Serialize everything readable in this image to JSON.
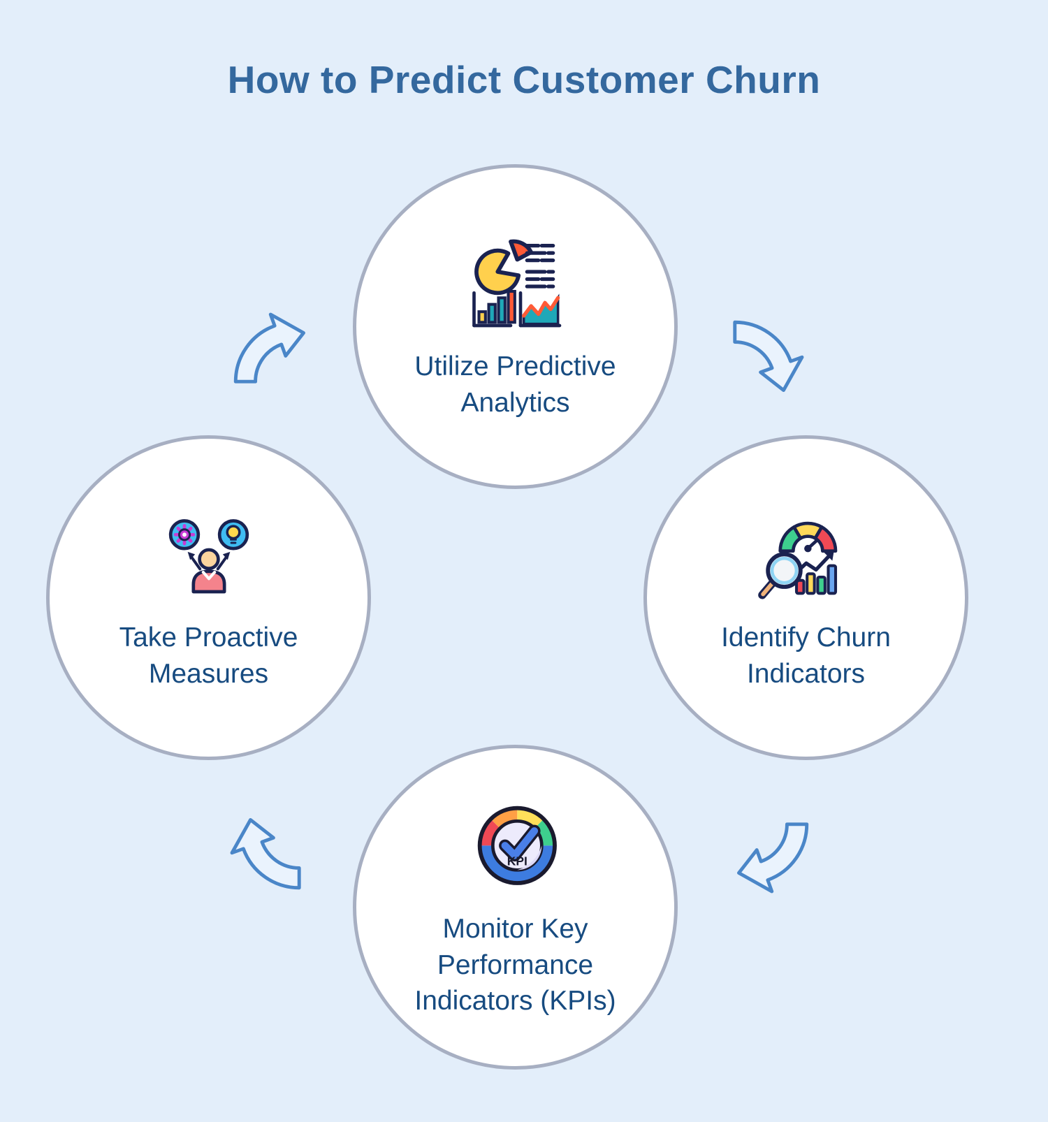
{
  "title": "How to Predict Customer Churn",
  "colors": {
    "background": "#E3EEFA",
    "title_text": "#34689E",
    "node_text": "#174B80",
    "node_fill": "#FFFFFF",
    "node_border": "#A7AFC2",
    "arrow_stroke": "#4A86C8",
    "arrow_fill": "#EAF3FD",
    "icon_outline_navy": "#1A2250",
    "icon_yellow": "#FFD04D",
    "icon_orange_red": "#FF5A36",
    "icon_teal": "#1FA8B8",
    "icon_red": "#EF4955",
    "icon_green": "#3ECF8E",
    "icon_blue": "#3D7CE0",
    "icon_cyan": "#3FBCF2",
    "icon_magenta": "#C93BD4",
    "icon_skin": "#FBD49E",
    "icon_salmon": "#F4838C"
  },
  "nodes": [
    {
      "label": "Utilize Predictive Analytics",
      "icon": "analytics-charts-icon",
      "position": "top"
    },
    {
      "label": "Identify Churn Indicators",
      "icon": "gauge-magnifier-chart-icon",
      "position": "right"
    },
    {
      "label": "Monitor Key Performance Indicators (KPIs)",
      "icon": "kpi-gauge-checkmark-icon",
      "position": "bottom"
    },
    {
      "label": "Take Proactive Measures",
      "icon": "person-gear-lightbulb-icon",
      "position": "left"
    }
  ],
  "kpi_icon_label": "KPI",
  "arrows": [
    {
      "name": "arrow-top-to-right",
      "direction": "clockwise"
    },
    {
      "name": "arrow-right-to-bottom",
      "direction": "clockwise"
    },
    {
      "name": "arrow-bottom-to-left",
      "direction": "clockwise"
    },
    {
      "name": "arrow-left-to-top",
      "direction": "clockwise"
    }
  ]
}
